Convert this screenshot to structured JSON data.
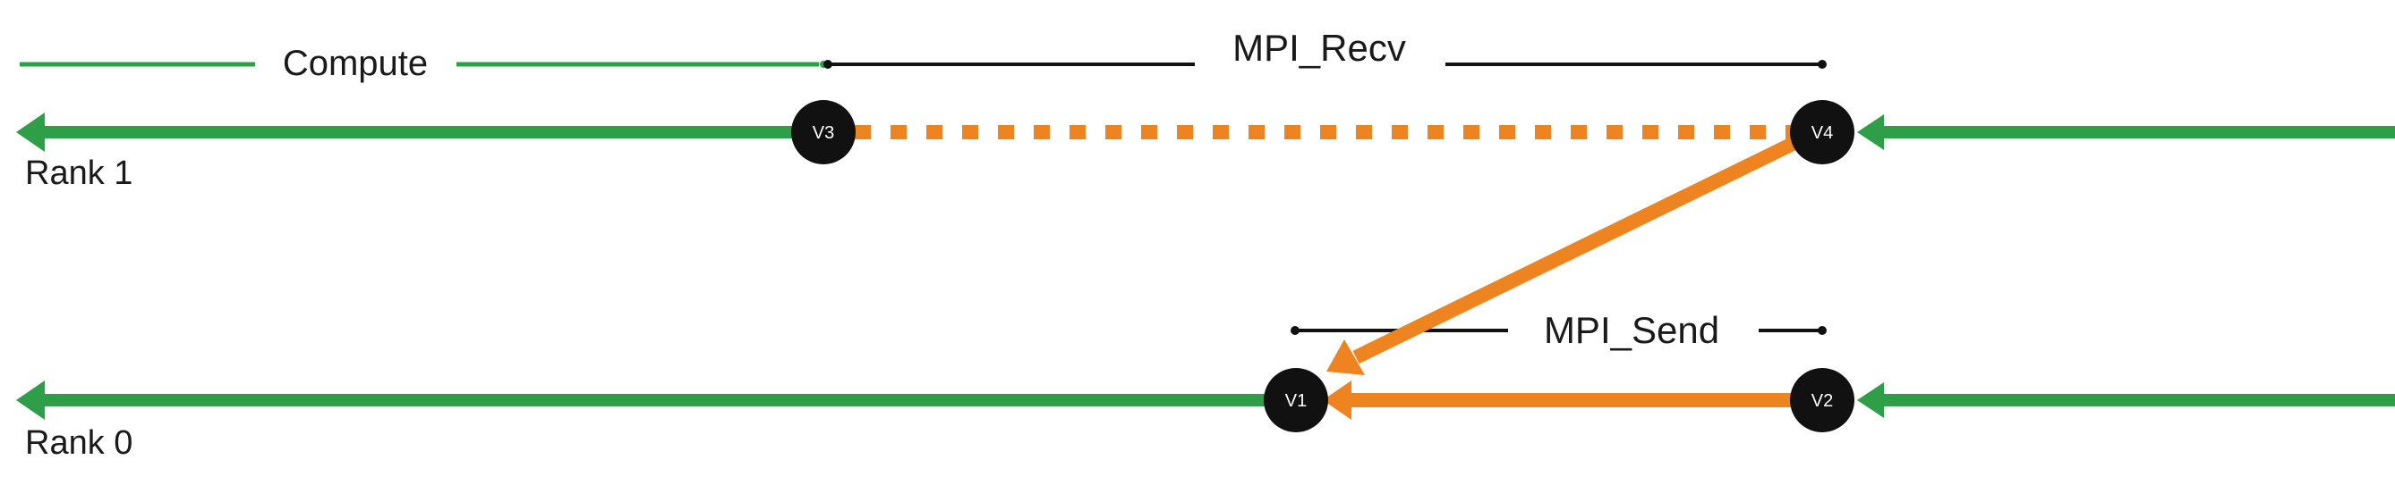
{
  "labels": {
    "compute": "Compute",
    "mpi_recv": "MPI_Recv",
    "mpi_send": "MPI_Send",
    "rank1": "Rank 1",
    "rank0": "Rank 0"
  },
  "nodes": {
    "v1": "V1",
    "v2": "V2",
    "v3": "V3",
    "v4": "V4"
  },
  "colors": {
    "green": "#2f9e48",
    "orange": "#ee8420",
    "black": "#111111"
  }
}
